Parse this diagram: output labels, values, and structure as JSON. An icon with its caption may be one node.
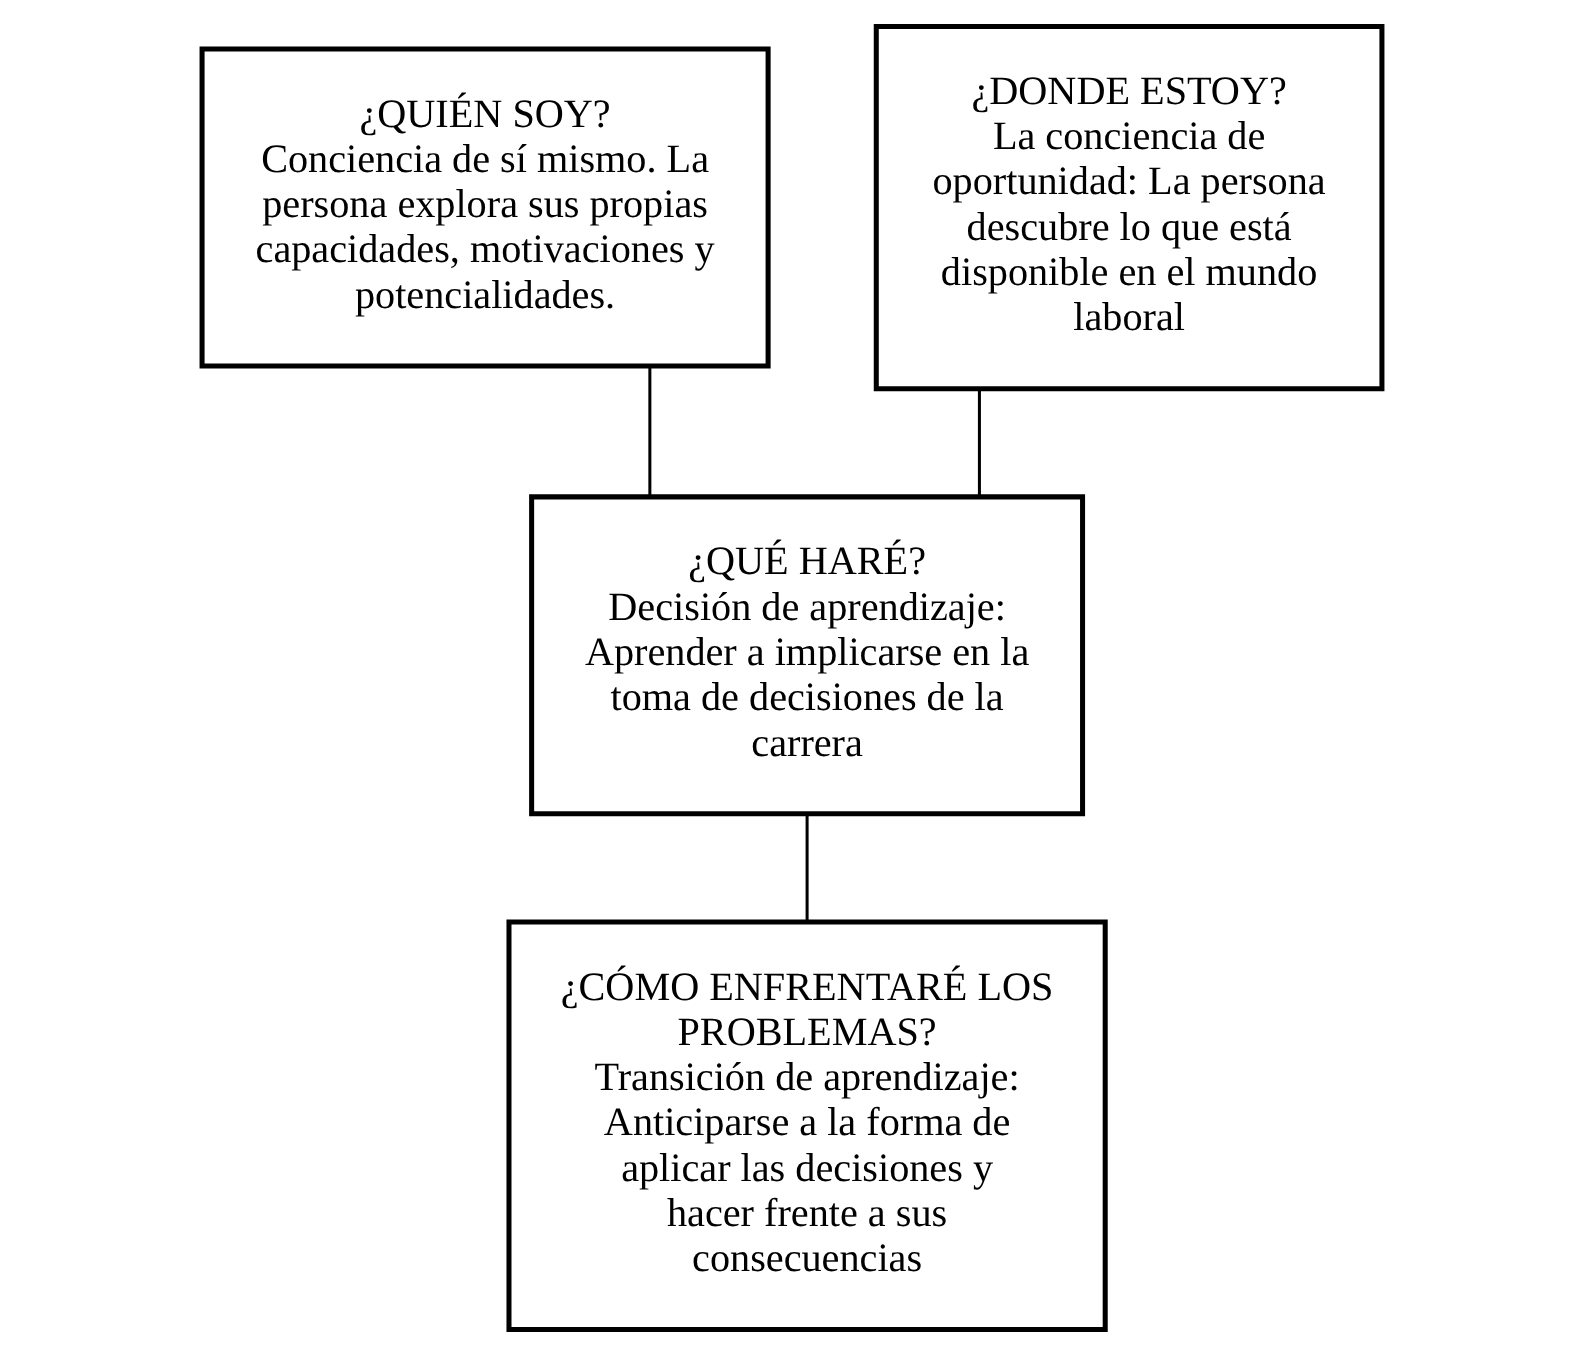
{
  "diagram": {
    "nodes": [
      {
        "text": [
          "¿QUIÉN SOY?",
          "Conciencia de sí mismo. La persona explora sus propias capacidades, motivaciones y potencialidades."
        ]
      },
      {
        "text": [
          "¿DONDE ESTOY?",
          "La conciencia de oportunidad: La persona descubre lo que está disponible en el mundo laboral"
        ]
      },
      {
        "text": [
          "¿QUÉ HARÉ?",
          "Decisión de aprendizaje: Aprender a implicarse en la toma de decisiones de la carrera"
        ]
      },
      {
        "text": [
          "¿CÓMO ENFRENTARÉ LOS PROBLEMAS?",
          "Transición de aprendizaje: Anticiparse a la forma de aplicar las decisiones y hacer frente a sus consecuencias"
        ]
      }
    ],
    "edges": [
      {
        "from": 0,
        "to": 2,
        "arrow": "none"
      },
      {
        "from": 1,
        "to": 2,
        "arrow": "none"
      },
      {
        "from": 2,
        "to": 3,
        "arrow": "none"
      }
    ]
  }
}
